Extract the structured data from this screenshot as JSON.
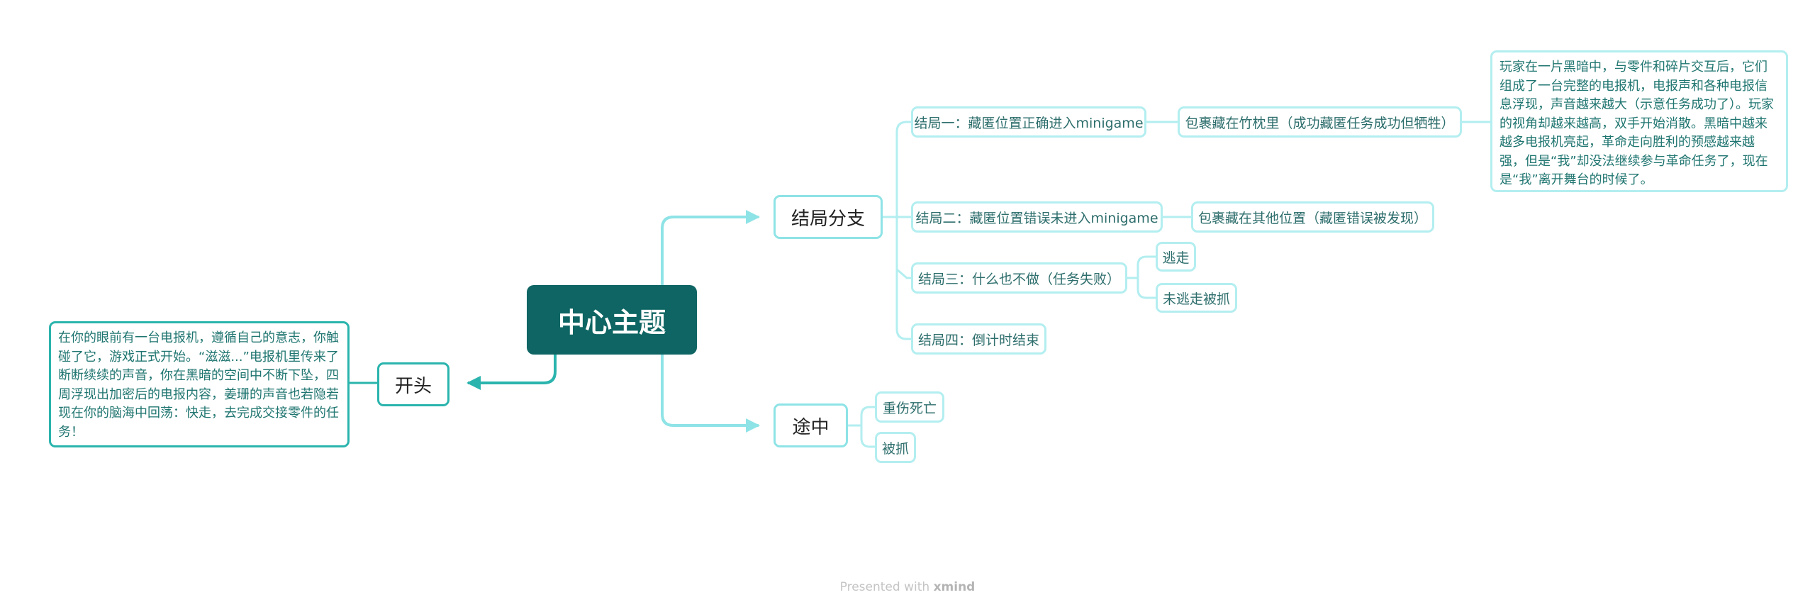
{
  "colors": {
    "root": "#0e6563",
    "dark_branch": "#2ab4ad",
    "light_branch": "#8ee3e6",
    "sub_border": "#b3eef0",
    "text": "#1f7570"
  },
  "root": {
    "label": "中心主题"
  },
  "left": {
    "topic": "开头",
    "detail": "在你的眼前有一台电报机，遵循自己的意志，你触碰了它，游戏正式开始。“滋滋...”电报机里传来了断断续续的声音，你在黑暗的空间中不断下坠，四周浮现出加密后的电报内容，姜珊的声音也若隐若现在你的脑海中回荡：快走，去完成交接零件的任务！"
  },
  "right": {
    "endings": {
      "topic": "结局分支",
      "items": [
        {
          "label": "结局一：藏匿位置正确进入minigame",
          "child": "包裹藏在竹枕里（成功藏匿任务成功但牺牲）",
          "detail": "玩家在一片黑暗中，与零件和碎片交互后，它们组成了一台完整的电报机，电报声和各种电报信息浮现，声音越来越大（示意任务成功了）。玩家的视角却越来越高，双手开始消散。黑暗中越来越多电报机亮起，革命走向胜利的预感越来越强，但是“我”却没法继续参与革命任务了，现在是“我”离开舞台的时候了。"
        },
        {
          "label": "结局二：藏匿位置错误未进入minigame",
          "child": "包裹藏在其他位置（藏匿错误被发现）"
        },
        {
          "label": "结局三：什么也不做（任务失败）",
          "children": [
            "逃走",
            "未逃走被抓"
          ]
        },
        {
          "label": "结局四：倒计时结束"
        }
      ]
    },
    "midway": {
      "topic": "途中",
      "items": [
        "重伤死亡",
        "被抓"
      ]
    }
  },
  "footer": {
    "prefix": "Presented with ",
    "brand": "xmind"
  }
}
